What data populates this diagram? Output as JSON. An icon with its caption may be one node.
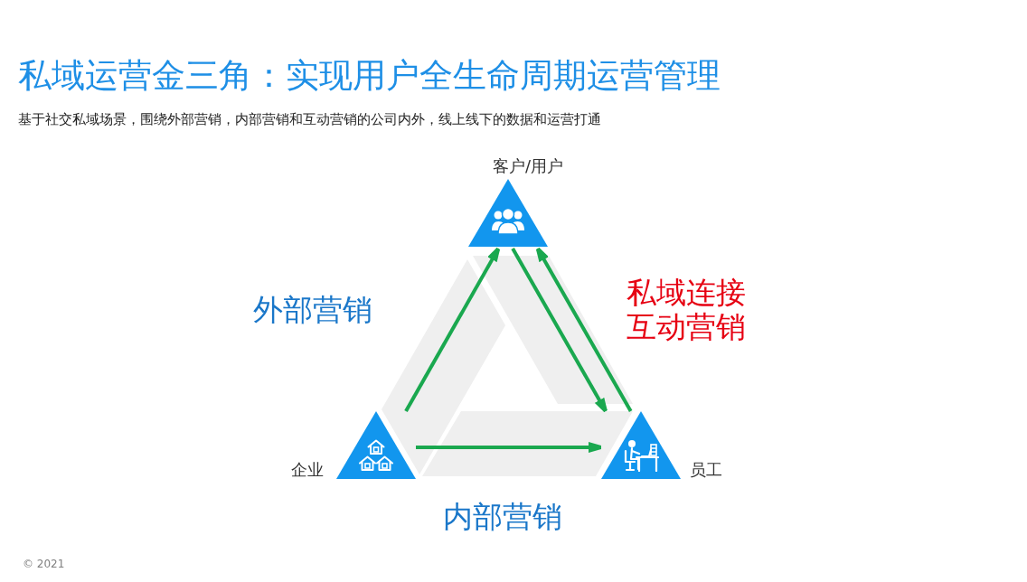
{
  "diagram": {
    "title": "私域运营金三角：实现用户全生命周期运营管理",
    "nodes": [
      {
        "text": [
          "客户/用户"
        ]
      },
      {
        "text": [
          "企业"
        ]
      },
      {
        "text": [
          "员工"
        ]
      }
    ],
    "edges": [
      {
        "from": 1,
        "to": 0,
        "arrow": "to"
      },
      {
        "from": 0,
        "to": 2,
        "arrow": "to"
      },
      {
        "from": 2,
        "to": 0,
        "arrow": "to"
      },
      {
        "from": 1,
        "to": 2,
        "arrow": "to"
      }
    ],
    "labels": [
      "基于社交私域场景，围绕外部营销，内部营销和互动营销的公司内外，线上线下的数据和运营打通",
      "外部营销",
      "私域连接互动营销",
      "内部营销",
      "© 2021"
    ]
  }
}
